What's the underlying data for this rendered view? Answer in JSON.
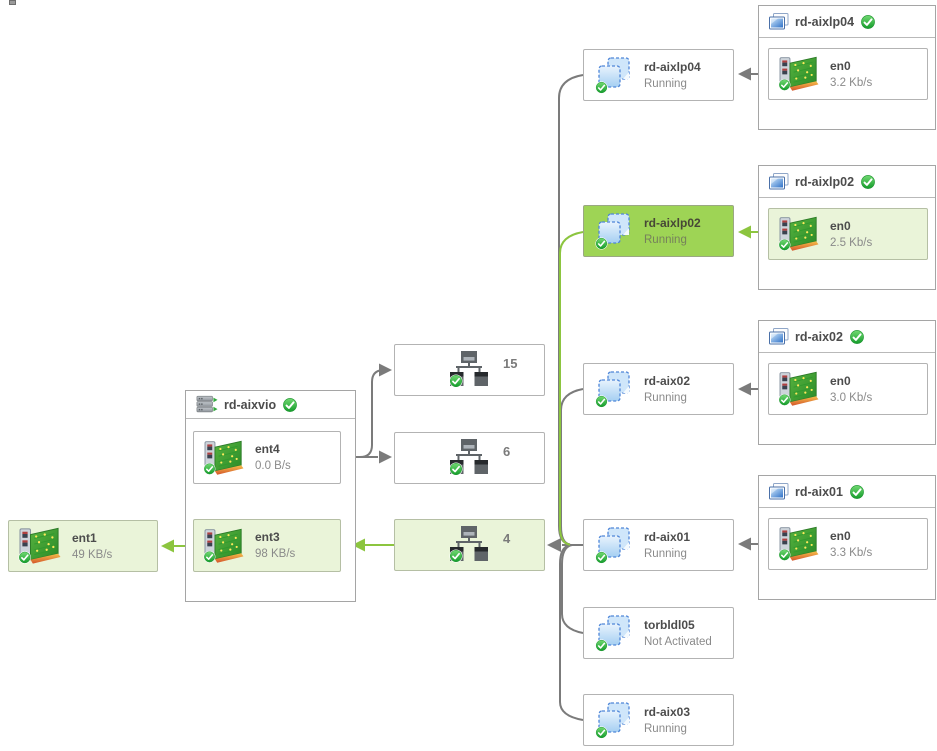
{
  "diagram": {
    "client_adapter": {
      "label": "ent1",
      "rate": "49 KB/s"
    },
    "vio": {
      "title": "rd-aixvio",
      "adapters": [
        {
          "label": "ent4",
          "rate": "0.0 B/s"
        },
        {
          "label": "ent3",
          "rate": "98 KB/s"
        }
      ]
    },
    "switches": [
      {
        "label": "15"
      },
      {
        "label": "6"
      },
      {
        "label": "4"
      }
    ],
    "lpars": [
      {
        "label": "rd-aixlp04",
        "status": "Running"
      },
      {
        "label": "rd-aixlp02",
        "status": "Running"
      },
      {
        "label": "rd-aix02",
        "status": "Running"
      },
      {
        "label": "rd-aix01",
        "status": "Running"
      },
      {
        "label": "torbldl05",
        "status": "Not Activated"
      },
      {
        "label": "rd-aix03",
        "status": "Running"
      }
    ],
    "hosts": [
      {
        "title": "rd-aixlp04",
        "adapter_label": "en0",
        "adapter_rate": "3.2 Kb/s"
      },
      {
        "title": "rd-aixlp02",
        "adapter_label": "en0",
        "adapter_rate": "2.5 Kb/s"
      },
      {
        "title": "rd-aix02",
        "adapter_label": "en0",
        "adapter_rate": "3.0 Kb/s"
      },
      {
        "title": "rd-aix01",
        "adapter_label": "en0",
        "adapter_rate": "3.3 Kb/s"
      }
    ],
    "icons": {
      "check": "status-ok-check",
      "nic": "network-adapter",
      "lpar": "logical-partition",
      "switch": "virtual-switch",
      "host": "vio-server",
      "vm": "virtual-machine"
    },
    "colors": {
      "highlight_strong": "#9ed455",
      "highlight_soft": "#eaf4d9",
      "edge_gray": "#7b7b7b",
      "edge_green": "#8cc53f",
      "status_green": "#1fa32e"
    }
  }
}
